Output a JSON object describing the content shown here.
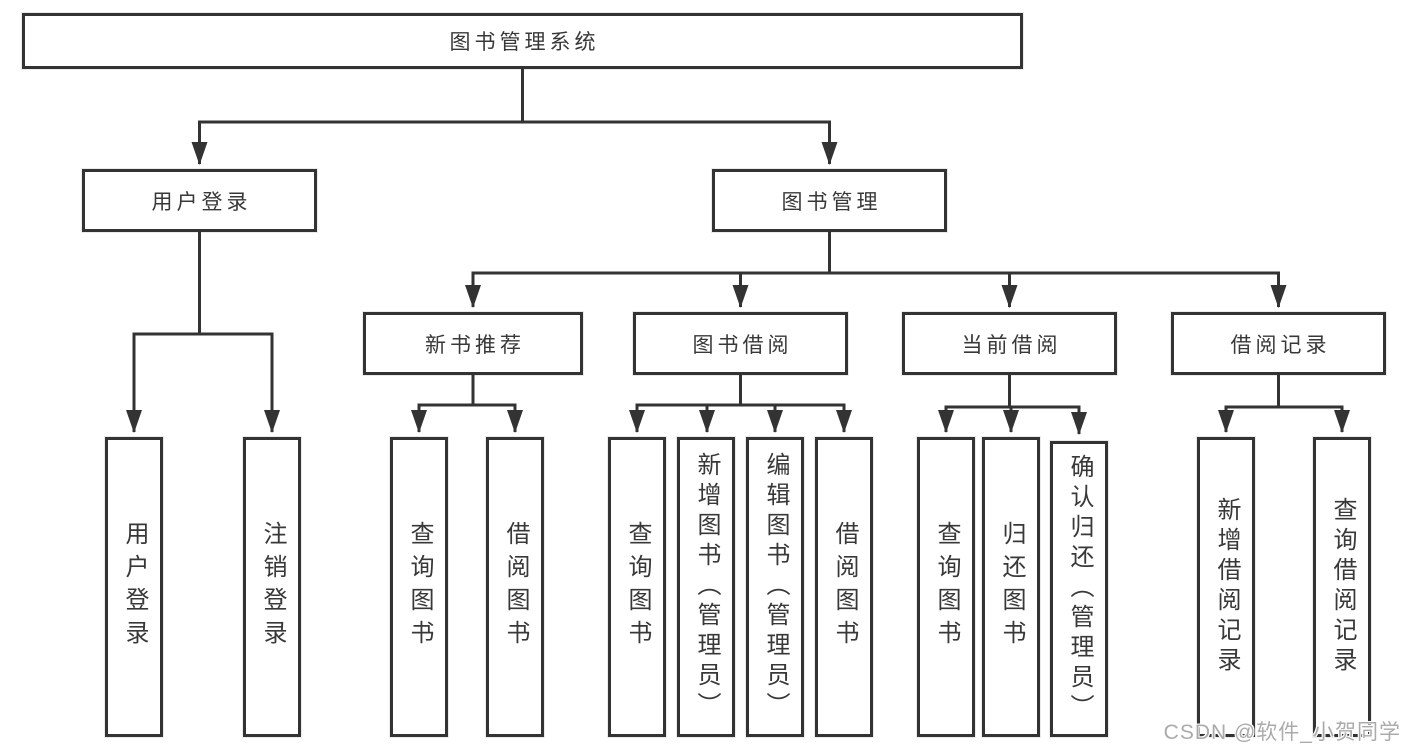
{
  "diagram": {
    "title": "图书管理系统",
    "root": {
      "label": "图书管理系统"
    },
    "level2": [
      {
        "label": "用户登录"
      },
      {
        "label": "图书管理"
      }
    ],
    "level3": [
      {
        "label": "新书推荐",
        "parent": "图书管理"
      },
      {
        "label": "图书借阅",
        "parent": "图书管理"
      },
      {
        "label": "当前借阅",
        "parent": "图书管理"
      },
      {
        "label": "借阅记录",
        "parent": "图书管理"
      }
    ],
    "leaves": [
      {
        "label": "用户登录",
        "parent": "用户登录"
      },
      {
        "label": "注销登录",
        "parent": "用户登录"
      },
      {
        "label": "查询图书",
        "parent": "新书推荐"
      },
      {
        "label": "借阅图书",
        "parent": "新书推荐"
      },
      {
        "label": "查询图书",
        "parent": "图书借阅"
      },
      {
        "label": "新增图书（管理员）",
        "parent": "图书借阅"
      },
      {
        "label": "编辑图书（管理员）",
        "parent": "图书借阅"
      },
      {
        "label": "借阅图书",
        "parent": "图书借阅"
      },
      {
        "label": "查询图书",
        "parent": "当前借阅"
      },
      {
        "label": "归还图书",
        "parent": "当前借阅"
      },
      {
        "label": "确认归还（管理员）",
        "parent": "当前借阅"
      },
      {
        "label": "新增借阅记录",
        "parent": "借阅记录"
      },
      {
        "label": "查询借阅记录",
        "parent": "借阅记录"
      }
    ]
  },
  "watermark": {
    "text": "CSDN @软件_小贺同学"
  },
  "colors": {
    "line": "#333333",
    "border": "#333333",
    "text": "#383838",
    "background": "#ffffff",
    "watermark": "#ababab"
  }
}
